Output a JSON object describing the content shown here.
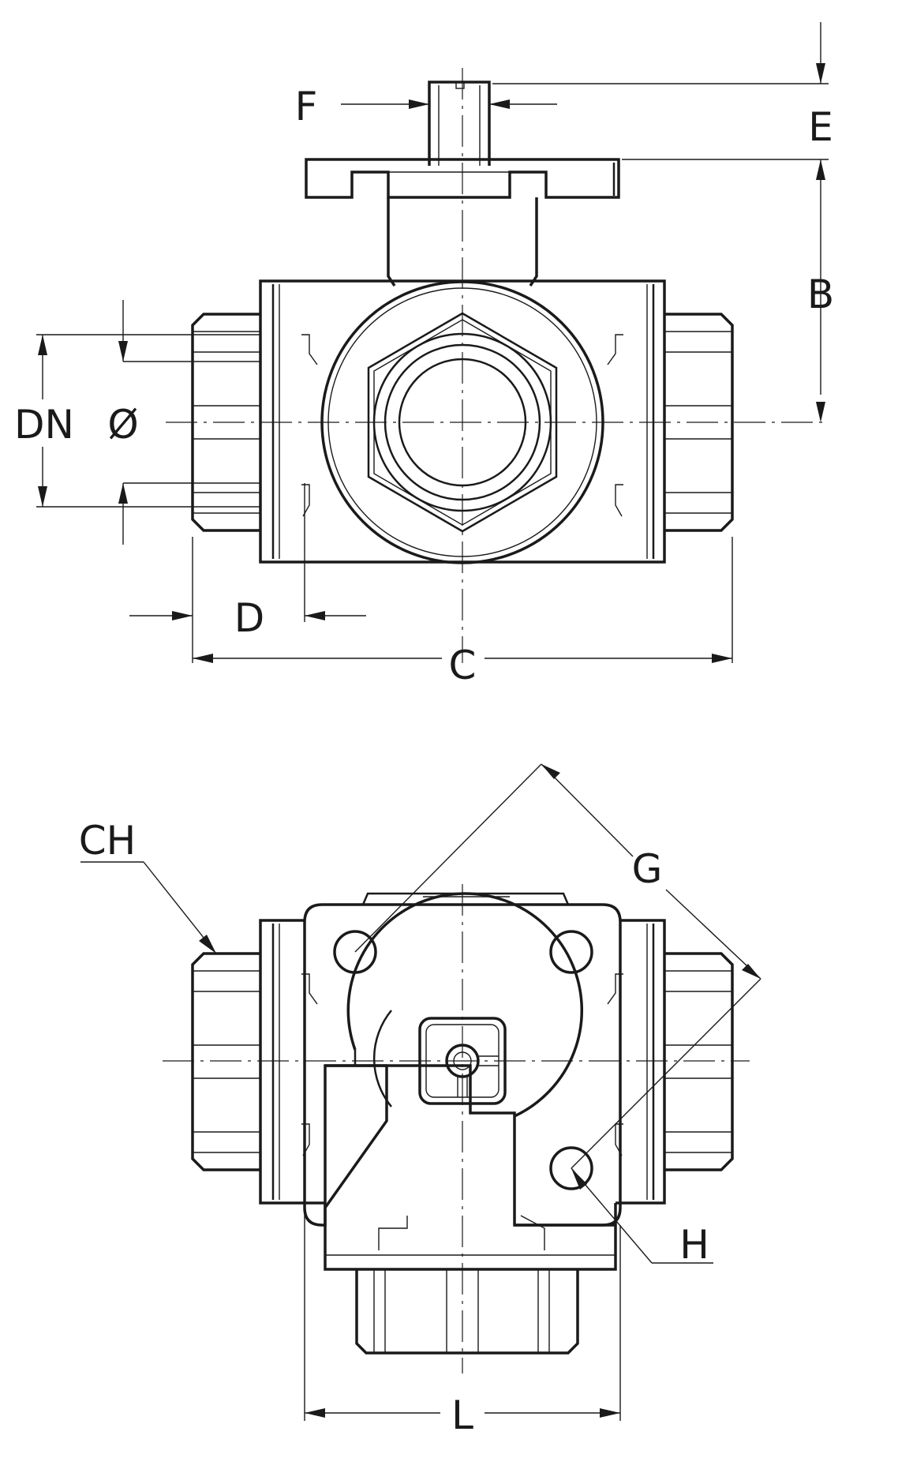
{
  "labels": {
    "f": "F",
    "e": "E",
    "b": "B",
    "dn": "DN",
    "phi": "Ø",
    "d": "D",
    "c": "C",
    "ch": "CH",
    "g": "G",
    "h": "H",
    "l": "L"
  }
}
